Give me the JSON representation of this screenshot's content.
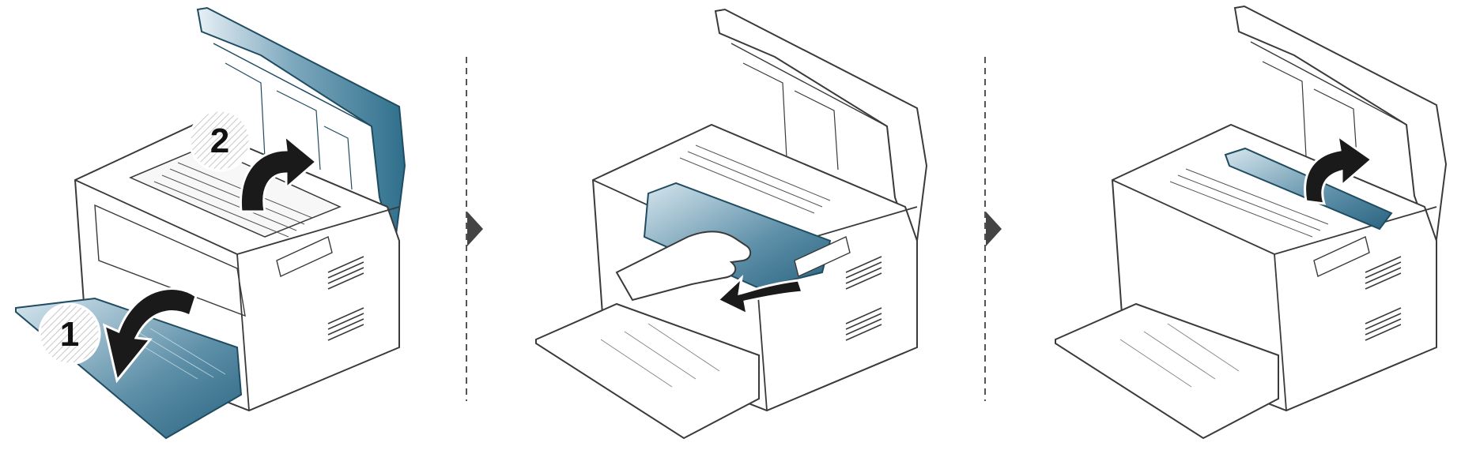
{
  "diagram": {
    "panels": [
      {
        "id": "panel-1",
        "badges": [
          "1",
          "2"
        ]
      },
      {
        "id": "panel-2",
        "badges": []
      },
      {
        "id": "panel-3",
        "badges": []
      }
    ],
    "colors": {
      "accent": "#2f6f8c",
      "accent_light": "#a9c9d8",
      "outline": "#3a3a3a",
      "arrow": "#1a1a1a",
      "divider": "#555555",
      "chevron": "#444444"
    },
    "icons": [
      "hand-icon",
      "curved-arrow-icon",
      "chevron-right-icon"
    ]
  }
}
